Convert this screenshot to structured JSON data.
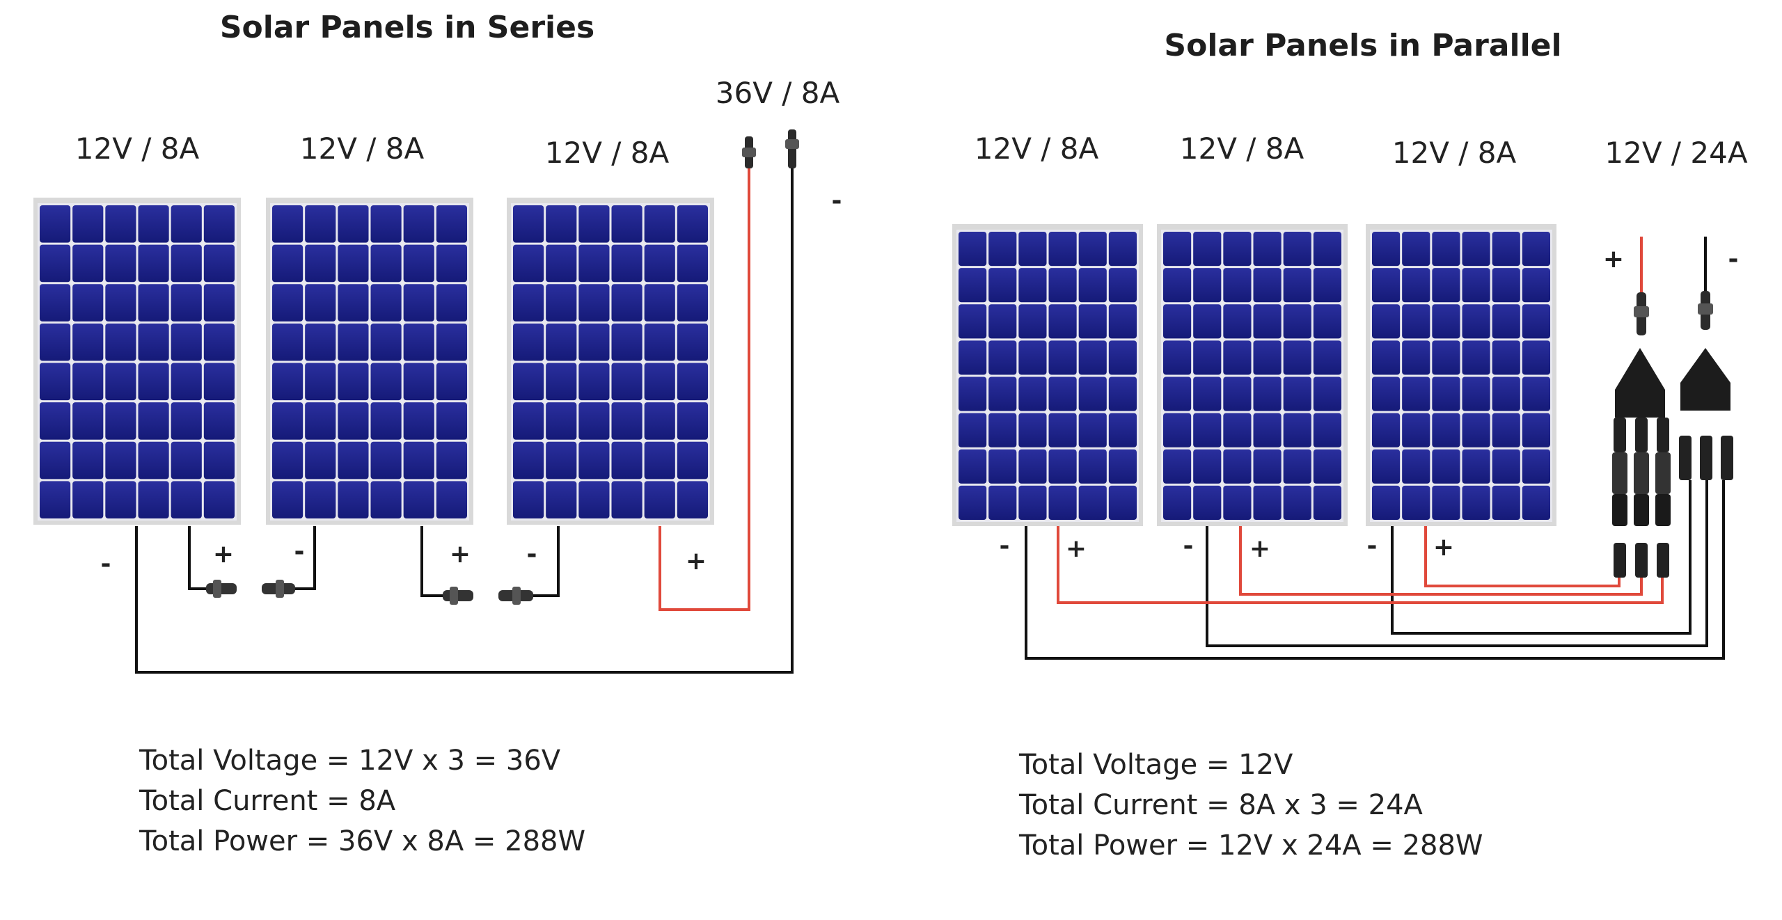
{
  "series": {
    "title": "Solar Panels in Series",
    "output_rating": "36V / 8A",
    "panel_ratings": [
      "12V / 8A",
      "12V / 8A",
      "12V / 8A"
    ],
    "signs": {
      "minus": "-",
      "plus": "+"
    },
    "formulas": [
      "Total Voltage = 12V x 3 = 36V",
      "Total Current = 8A",
      "Total Power = 36V x 8A = 288W"
    ]
  },
  "parallel": {
    "title": "Solar Panels in Parallel",
    "output_rating": "12V / 24A",
    "panel_ratings": [
      "12V / 8A",
      "12V / 8A",
      "12V / 8A"
    ],
    "signs": {
      "minus": "-",
      "plus": "+"
    },
    "formulas": [
      "Total Voltage = 12V",
      "Total Current = 8A x 3 = 24A",
      "Total Power = 12V x 24A = 288W"
    ]
  },
  "colors": {
    "panel_cell": "#1a1f8c",
    "panel_cell_light": "#2a30b0",
    "panel_frame": "#d9d9d9",
    "wire_positive": "#e0493b",
    "wire_negative": "#111111"
  }
}
